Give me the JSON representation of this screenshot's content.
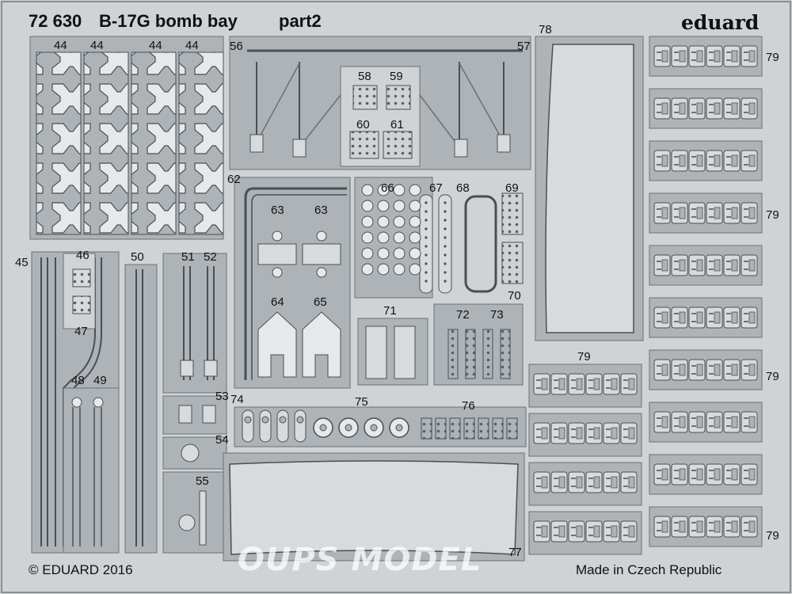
{
  "sheet": {
    "code": "72 630",
    "title": "B-17G bomb bay",
    "part": "part2",
    "brand": "eduard",
    "copyright": "© EDUARD 2016",
    "origin": "Made in Czech Republic",
    "watermark": "OUPS MODEL"
  },
  "part_numbers": {
    "p44": "44",
    "p45": "45",
    "p46": "46",
    "p47": "47",
    "p48": "48",
    "p49": "49",
    "p50": "50",
    "p51": "51",
    "p52": "52",
    "p53": "53",
    "p54": "54",
    "p55": "55",
    "p56": "56",
    "p57": "57",
    "p58": "58",
    "p59": "59",
    "p60": "60",
    "p61": "61",
    "p62": "62",
    "p63": "63",
    "p64": "64",
    "p65": "65",
    "p66": "66",
    "p67": "67",
    "p68": "68",
    "p69": "69",
    "p70": "70",
    "p71": "71",
    "p72": "72",
    "p73": "73",
    "p74": "74",
    "p75": "75",
    "p76": "76",
    "p77": "77",
    "p78": "78",
    "p79": "79"
  },
  "colors": {
    "fret_background": "#cfd3d6",
    "part_surface": "#aeb3b7",
    "etched_line": "#4a4f53",
    "highlight": "#e8eaec"
  }
}
